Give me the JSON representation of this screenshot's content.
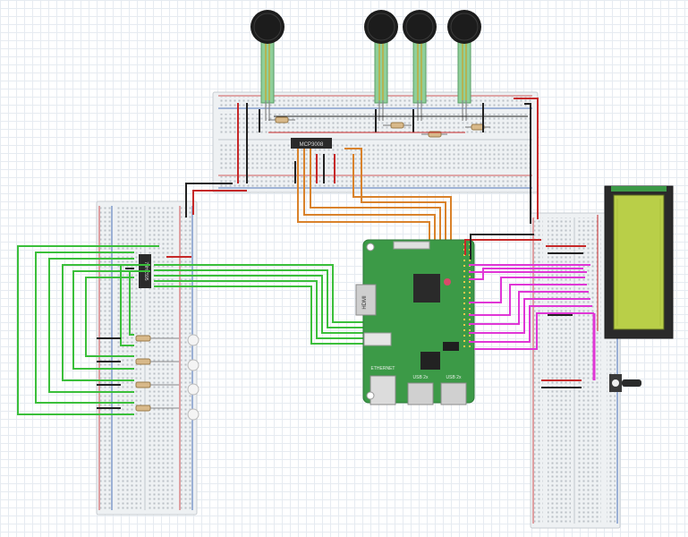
{
  "diagram": {
    "components": {
      "adc_chip": {
        "label": "MCP3008"
      },
      "shift_register": {
        "label": "74HC595"
      },
      "raspberry_pi": {
        "hdmi_label": "HDMI",
        "ethernet_label": "ETHERNET",
        "usb1_label": "USB 2x",
        "usb2_label": "USB 2x"
      },
      "lcd": {
        "screen_color": "#b9cf48"
      },
      "force_sensors": {
        "count": 4
      },
      "leds": {
        "count": 4
      },
      "potentiometer": {
        "count": 1
      }
    },
    "colors": {
      "green_wire": "#3bbf3b",
      "orange_wire": "#d9822b",
      "magenta_wire": "#e036d6",
      "red_wire": "#c62828",
      "black_wire": "#222222",
      "pcb": "#3c9a47",
      "breadboard": "#eef1f3"
    }
  }
}
